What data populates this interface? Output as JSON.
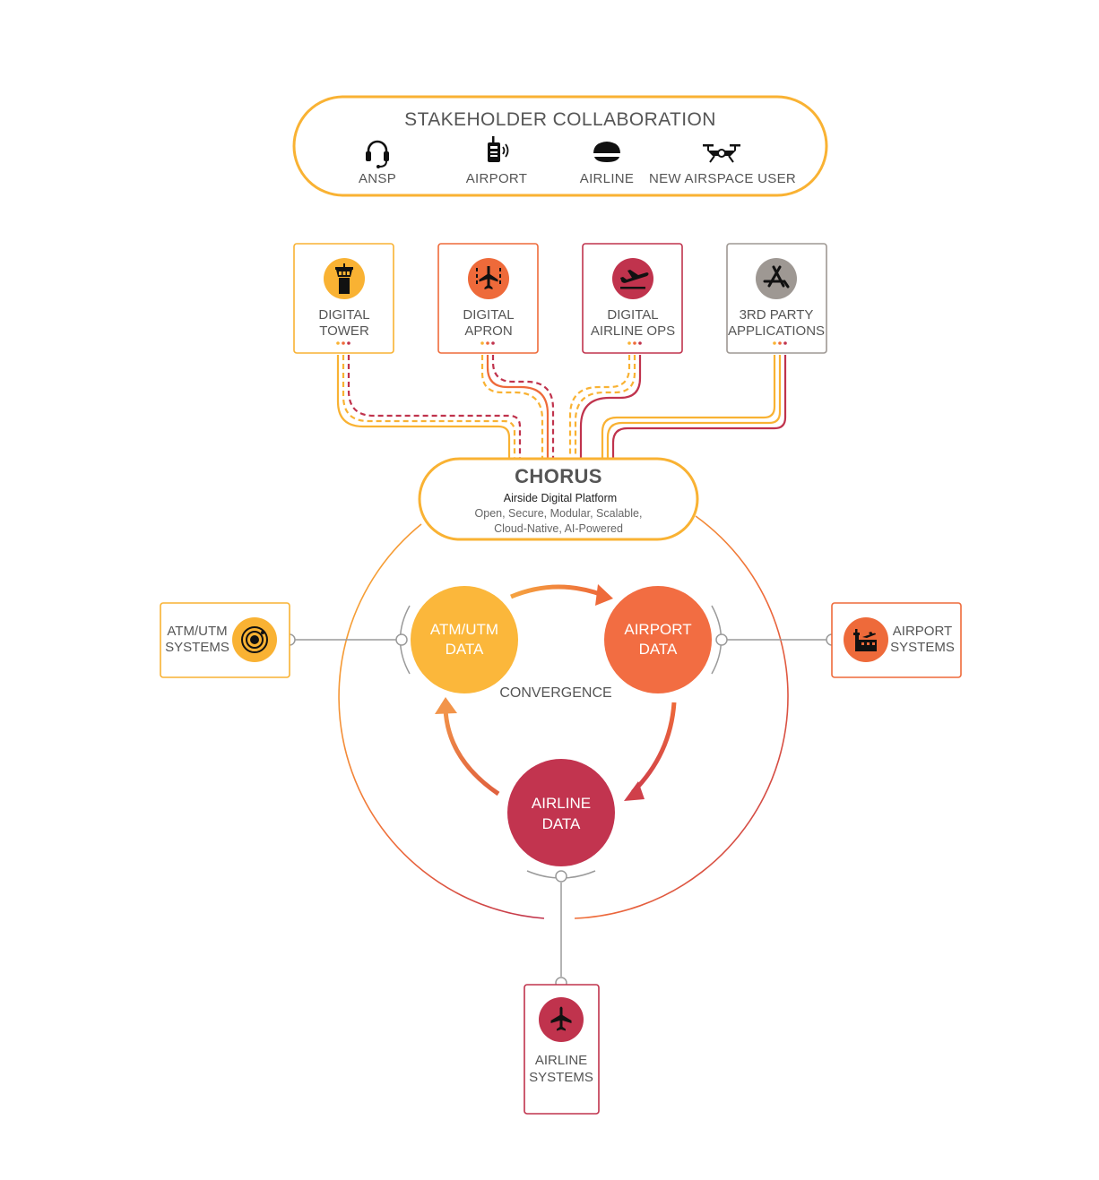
{
  "stakeholder": {
    "title": "STAKEHOLDER COLLABORATION",
    "items": [
      {
        "label": "ANSP",
        "icon": "headset-icon"
      },
      {
        "label": "AIRPORT",
        "icon": "radio-icon"
      },
      {
        "label": "AIRLINE",
        "icon": "pilot-cap-icon"
      },
      {
        "label": "NEW AIRSPACE USER",
        "icon": "drone-icon"
      }
    ]
  },
  "modules": [
    {
      "line1": "DIGITAL",
      "line2": "TOWER",
      "icon": "control-tower-icon",
      "color": "#F9B233"
    },
    {
      "line1": "DIGITAL",
      "line2": "APRON",
      "icon": "apron-plane-icon",
      "color": "#EE6A3A"
    },
    {
      "line1": "DIGITAL",
      "line2": "AIRLINE OPS",
      "icon": "departure-plane-icon",
      "color": "#C0334D"
    },
    {
      "line1": "3RD PARTY",
      "line2": "APPLICATIONS",
      "icon": "app-store-icon",
      "color": "#9E9893"
    }
  ],
  "platform": {
    "title": "CHORUS",
    "subtitle": "Airside Digital Platform",
    "line1": "Open, Secure, Modular, Scalable,",
    "line2": "Cloud-Native, AI-Powered"
  },
  "convergence": {
    "label": "CONVERGENCE",
    "nodes": [
      {
        "line1": "ATM/UTM",
        "line2": "DATA",
        "color": "#FBB73B"
      },
      {
        "line1": "AIRPORT",
        "line2": "DATA",
        "color": "#F26D42"
      },
      {
        "line1": "AIRLINE",
        "line2": "DATA",
        "color": "#C2344F"
      }
    ]
  },
  "systems": {
    "atm": {
      "line1": "ATM/UTM",
      "line2": "SYSTEMS",
      "icon": "radar-icon"
    },
    "airport": {
      "line1": "AIRPORT",
      "line2": "SYSTEMS",
      "icon": "airport-building-icon"
    },
    "airline": {
      "line1": "AIRLINE",
      "line2": "SYSTEMS",
      "icon": "airplane-icon"
    }
  },
  "colors": {
    "yellow": "#F9B233",
    "orange": "#EE6A3A",
    "red": "#C0334D",
    "grey": "#9E9893",
    "text": "#555555"
  }
}
